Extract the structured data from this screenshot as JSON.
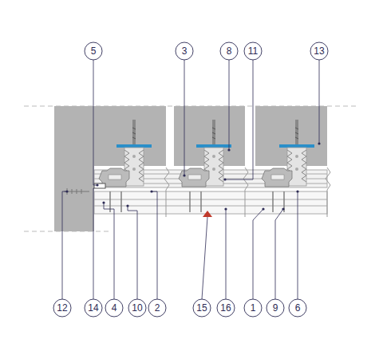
{
  "diagram": {
    "labels": [
      "5",
      "3",
      "8",
      "11",
      "13",
      "12",
      "14",
      "4",
      "10",
      "2",
      "15",
      "16",
      "1",
      "9",
      "6"
    ]
  }
}
